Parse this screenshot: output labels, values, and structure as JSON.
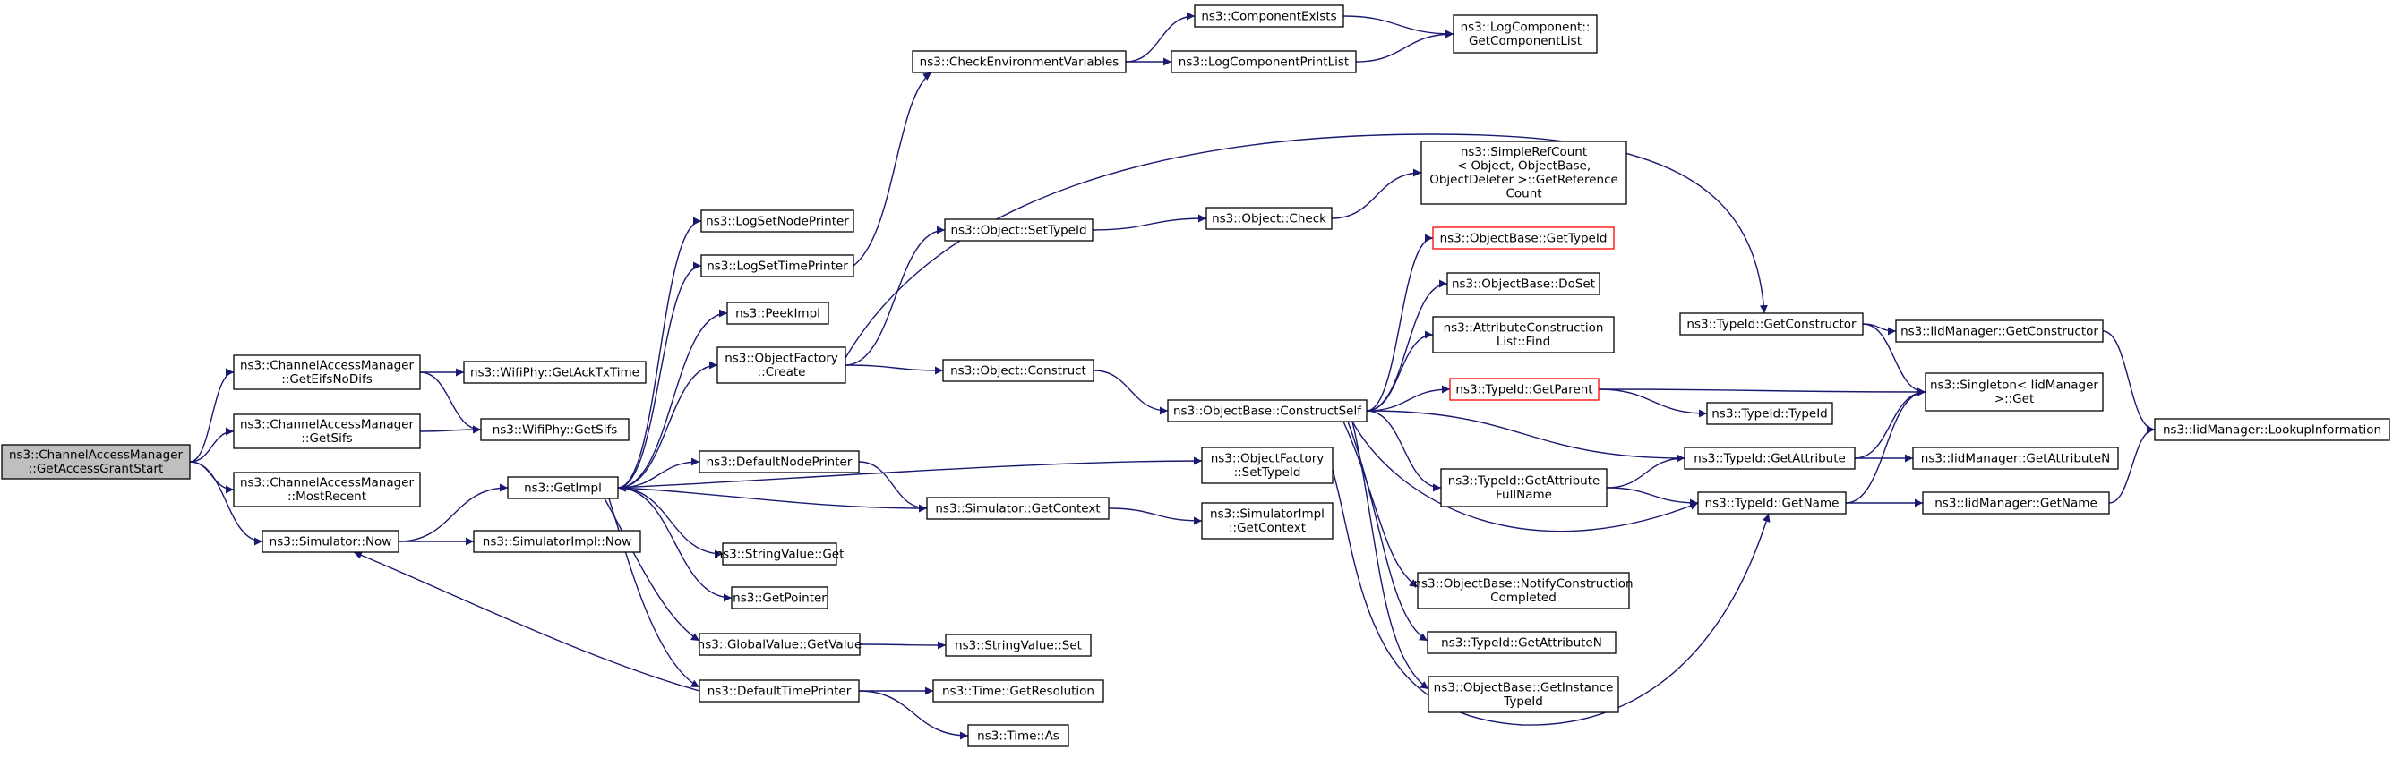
{
  "nodes": [
    {
      "id": "root",
      "lines": [
        "ns3::ChannelAccessManager",
        "::GetAccessGrantStart"
      ],
      "style": "root"
    },
    {
      "id": "geteifs",
      "lines": [
        "ns3::ChannelAccessManager",
        "::GetEifsNoDifs"
      ]
    },
    {
      "id": "getsifs_cam",
      "lines": [
        "ns3::ChannelAccessManager",
        "::GetSifs"
      ]
    },
    {
      "id": "mostrecent",
      "lines": [
        "ns3::ChannelAccessManager",
        "::MostRecent"
      ]
    },
    {
      "id": "simnow",
      "lines": [
        "ns3::Simulator::Now"
      ]
    },
    {
      "id": "getacktxtime",
      "lines": [
        "ns3::WifiPhy::GetAckTxTime"
      ]
    },
    {
      "id": "wifigetsifs",
      "lines": [
        "ns3::WifiPhy::GetSifs"
      ]
    },
    {
      "id": "simimplnow",
      "lines": [
        "ns3::SimulatorImpl::Now"
      ]
    },
    {
      "id": "getimpl",
      "lines": [
        "ns3::GetImpl"
      ]
    },
    {
      "id": "logsetnode",
      "lines": [
        "ns3::LogSetNodePrinter"
      ]
    },
    {
      "id": "logsettime",
      "lines": [
        "ns3::LogSetTimePrinter"
      ]
    },
    {
      "id": "peekimpl",
      "lines": [
        "ns3::PeekImpl"
      ]
    },
    {
      "id": "objfactcreate",
      "lines": [
        "ns3::ObjectFactory",
        "::Create"
      ]
    },
    {
      "id": "defnodeprinter",
      "lines": [
        "ns3::DefaultNodePrinter"
      ]
    },
    {
      "id": "strvalget",
      "lines": [
        "ns3::StringValue::Get"
      ]
    },
    {
      "id": "getpointer",
      "lines": [
        "ns3::GetPointer"
      ]
    },
    {
      "id": "globalvalget",
      "lines": [
        "ns3::GlobalValue::GetValue"
      ]
    },
    {
      "id": "deftimeprinter",
      "lines": [
        "ns3::DefaultTimePrinter"
      ]
    },
    {
      "id": "checkenv",
      "lines": [
        "ns3::CheckEnvironmentVariables"
      ]
    },
    {
      "id": "objsettypeid",
      "lines": [
        "ns3::Object::SetTypeId"
      ]
    },
    {
      "id": "objconstruct",
      "lines": [
        "ns3::Object::Construct"
      ]
    },
    {
      "id": "simgetcontext",
      "lines": [
        "ns3::Simulator::GetContext"
      ]
    },
    {
      "id": "strvalset",
      "lines": [
        "ns3::StringValue::Set"
      ]
    },
    {
      "id": "timegetres",
      "lines": [
        "ns3::Time::GetResolution"
      ]
    },
    {
      "id": "timeas",
      "lines": [
        "ns3::Time::As"
      ]
    },
    {
      "id": "compexists",
      "lines": [
        "ns3::ComponentExists"
      ]
    },
    {
      "id": "logcompprint",
      "lines": [
        "ns3::LogComponentPrintList"
      ]
    },
    {
      "id": "objcheck",
      "lines": [
        "ns3::Object::Check"
      ]
    },
    {
      "id": "constructself",
      "lines": [
        "ns3::ObjectBase::ConstructSelf"
      ]
    },
    {
      "id": "objfactsettypeid",
      "lines": [
        "ns3::ObjectFactory",
        "::SetTypeId"
      ]
    },
    {
      "id": "simimplgetcontext",
      "lines": [
        "ns3::SimulatorImpl",
        "::GetContext"
      ]
    },
    {
      "id": "logcompgetlist",
      "lines": [
        "ns3::LogComponent::",
        "GetComponentList"
      ]
    },
    {
      "id": "simplerefcount",
      "lines": [
        "ns3::SimpleRefCount",
        "< Object, ObjectBase,",
        "ObjectDeleter >::GetReference",
        "Count"
      ]
    },
    {
      "id": "objbasegettypeid",
      "lines": [
        "ns3::ObjectBase::GetTypeId"
      ],
      "style": "red"
    },
    {
      "id": "objbasedoset",
      "lines": [
        "ns3::ObjectBase::DoSet"
      ]
    },
    {
      "id": "attrconstfind",
      "lines": [
        "ns3::AttributeConstruction",
        "List::Find"
      ]
    },
    {
      "id": "typeidgetparent",
      "lines": [
        "ns3::TypeId::GetParent"
      ],
      "style": "red"
    },
    {
      "id": "typeidgetattrfullname",
      "lines": [
        "ns3::TypeId::GetAttribute",
        "FullName"
      ]
    },
    {
      "id": "notifyconst",
      "lines": [
        "ns3::ObjectBase::NotifyConstruction",
        "Completed"
      ]
    },
    {
      "id": "typeidgetattrn",
      "lines": [
        "ns3::TypeId::GetAttributeN"
      ]
    },
    {
      "id": "getinsttypeid",
      "lines": [
        "ns3::ObjectBase::GetInstance",
        "TypeId"
      ]
    },
    {
      "id": "typeidgetconstructor",
      "lines": [
        "ns3::TypeId::GetConstructor"
      ]
    },
    {
      "id": "typeidtypeid",
      "lines": [
        "ns3::TypeId::TypeId"
      ]
    },
    {
      "id": "typeidgetattribute",
      "lines": [
        "ns3::TypeId::GetAttribute"
      ]
    },
    {
      "id": "typeidgetname",
      "lines": [
        "ns3::TypeId::GetName"
      ]
    },
    {
      "id": "iidgetconstructor",
      "lines": [
        "ns3::IidManager::GetConstructor"
      ]
    },
    {
      "id": "singletonget",
      "lines": [
        "ns3::Singleton< IidManager",
        ">::Get"
      ]
    },
    {
      "id": "iidgetattrn",
      "lines": [
        "ns3::IidManager::GetAttributeN"
      ]
    },
    {
      "id": "iidgetname",
      "lines": [
        "ns3::IidManager::GetName"
      ]
    },
    {
      "id": "iidlookup",
      "lines": [
        "ns3::IidManager::LookupInformation"
      ]
    }
  ]
}
